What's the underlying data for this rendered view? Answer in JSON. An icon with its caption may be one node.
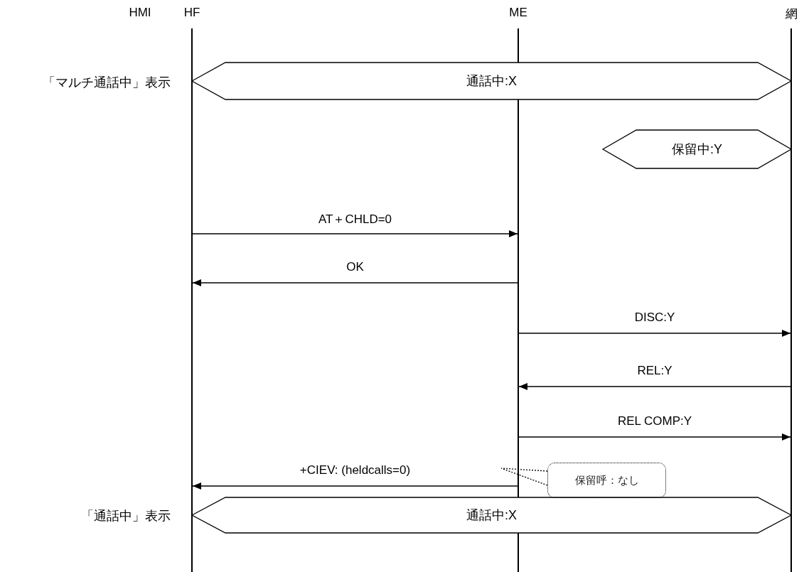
{
  "diagram": {
    "nodes": [
      {
        "text": [
          "HMI"
        ]
      },
      {
        "text": [
          "HF"
        ]
      },
      {
        "text": [
          "ME"
        ]
      },
      {
        "text": [
          "網"
        ]
      },
      {
        "text": [
          "通話中:X"
        ]
      },
      {
        "text": [
          "保留中:Y"
        ]
      },
      {
        "text": [
          "通話中:X"
        ]
      },
      {
        "text": [
          "保留呼：なし"
        ]
      }
    ],
    "edges": [
      {
        "from": 1,
        "to": 2,
        "arrow": "to",
        "label": "AT＋CHLD=0"
      },
      {
        "from": 2,
        "to": 1,
        "arrow": "to",
        "label": "OK"
      },
      {
        "from": 2,
        "to": 3,
        "arrow": "to",
        "label": "DISC:Y"
      },
      {
        "from": 3,
        "to": 2,
        "arrow": "to",
        "label": "REL:Y"
      },
      {
        "from": 2,
        "to": 3,
        "arrow": "to",
        "label": "REL COMP:Y"
      },
      {
        "from": 2,
        "to": 1,
        "arrow": "to",
        "label": "+CIEV: (heldcalls=0)"
      },
      {
        "from": 7,
        "to": null,
        "arrow": "none",
        "style": "dashed"
      }
    ],
    "labels": [
      "「マルチ通話中」表示",
      "「通話中」表示"
    ]
  }
}
